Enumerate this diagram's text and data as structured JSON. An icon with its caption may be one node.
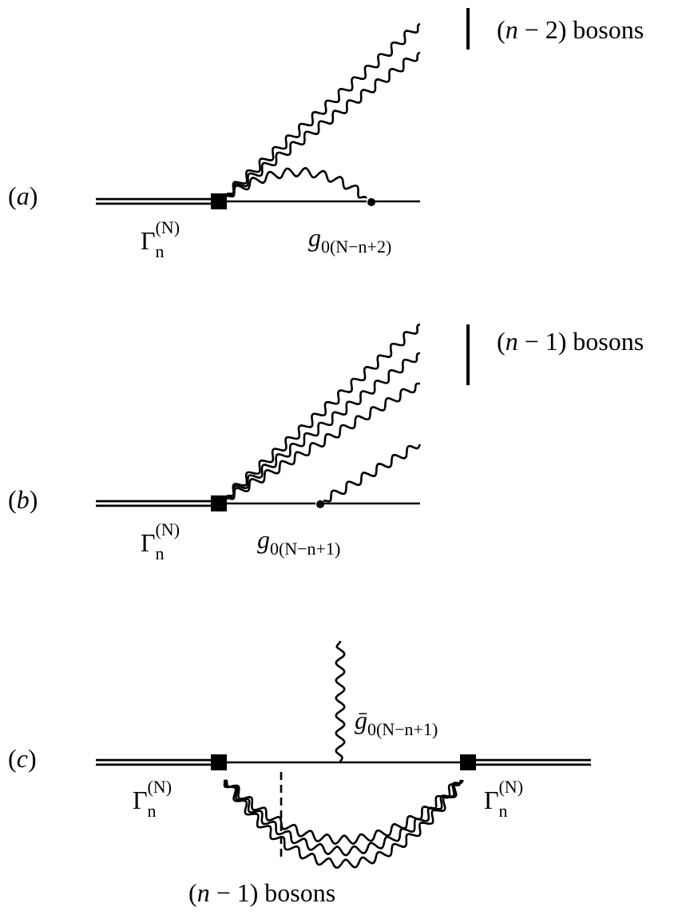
{
  "diagram": {
    "nodes": [
      {
        "text": [],
        "shape": "box",
        "beside": [
          "Γ$_{n}$$^{(N)}$"
        ]
      },
      {
        "text": [],
        "shape": "circle",
        "beside": [
          "*g*$_{0(N−n+2)}$"
        ]
      },
      {
        "text": [],
        "shape": "box",
        "beside": [
          "Γ$_{n}$$^{(N)}$"
        ]
      },
      {
        "text": [],
        "shape": "circle",
        "beside": [
          "*g*$_{0(N−n+1)}$"
        ]
      },
      {
        "text": [],
        "shape": "box",
        "beside": [
          "Γ$_{n}$$^{(N)}$"
        ]
      },
      {
        "text": [],
        "shape": "box",
        "beside": [
          "Γ$_{n}$$^{(N)}$"
        ]
      }
    ],
    "edges": [
      {
        "from": null,
        "to": 0,
        "arrow": "none",
        "style": "thick"
      },
      {
        "from": 0,
        "to": 1,
        "arrow": "none"
      },
      {
        "from": 1,
        "to": null,
        "arrow": "none"
      },
      {
        "from": 0,
        "to": 1,
        "arrow": "none"
      },
      {
        "from": 0,
        "to": null,
        "arrow": "none"
      },
      {
        "from": 0,
        "to": null,
        "arrow": "none"
      },
      {
        "from": null,
        "to": 2,
        "arrow": "none",
        "style": "thick"
      },
      {
        "from": 2,
        "to": 3,
        "arrow": "none"
      },
      {
        "from": 3,
        "to": null,
        "arrow": "none"
      },
      {
        "from": 3,
        "to": null,
        "arrow": "none"
      },
      {
        "from": 2,
        "to": null,
        "arrow": "none"
      },
      {
        "from": 2,
        "to": null,
        "arrow": "none"
      },
      {
        "from": 2,
        "to": null,
        "arrow": "none"
      },
      {
        "from": null,
        "to": 4,
        "arrow": "none",
        "style": "thick"
      },
      {
        "from": 4,
        "to": 5,
        "arrow": "none",
        "label": "*ḡ*$_{0(N−n+1)}$"
      },
      {
        "from": 5,
        "to": null,
        "arrow": "none",
        "style": "thick"
      },
      {
        "from": 4,
        "to": 5,
        "arrow": "none"
      },
      {
        "from": 4,
        "to": 5,
        "arrow": "none"
      },
      {
        "from": 4,
        "to": 5,
        "arrow": "none"
      }
    ],
    "labels": [
      "(*n* − 2) bosons",
      "(*a*)",
      "(*n* − 1) bosons",
      "(*b*)",
      "(*c*)",
      "(*n* − 1) bosons"
    ]
  }
}
